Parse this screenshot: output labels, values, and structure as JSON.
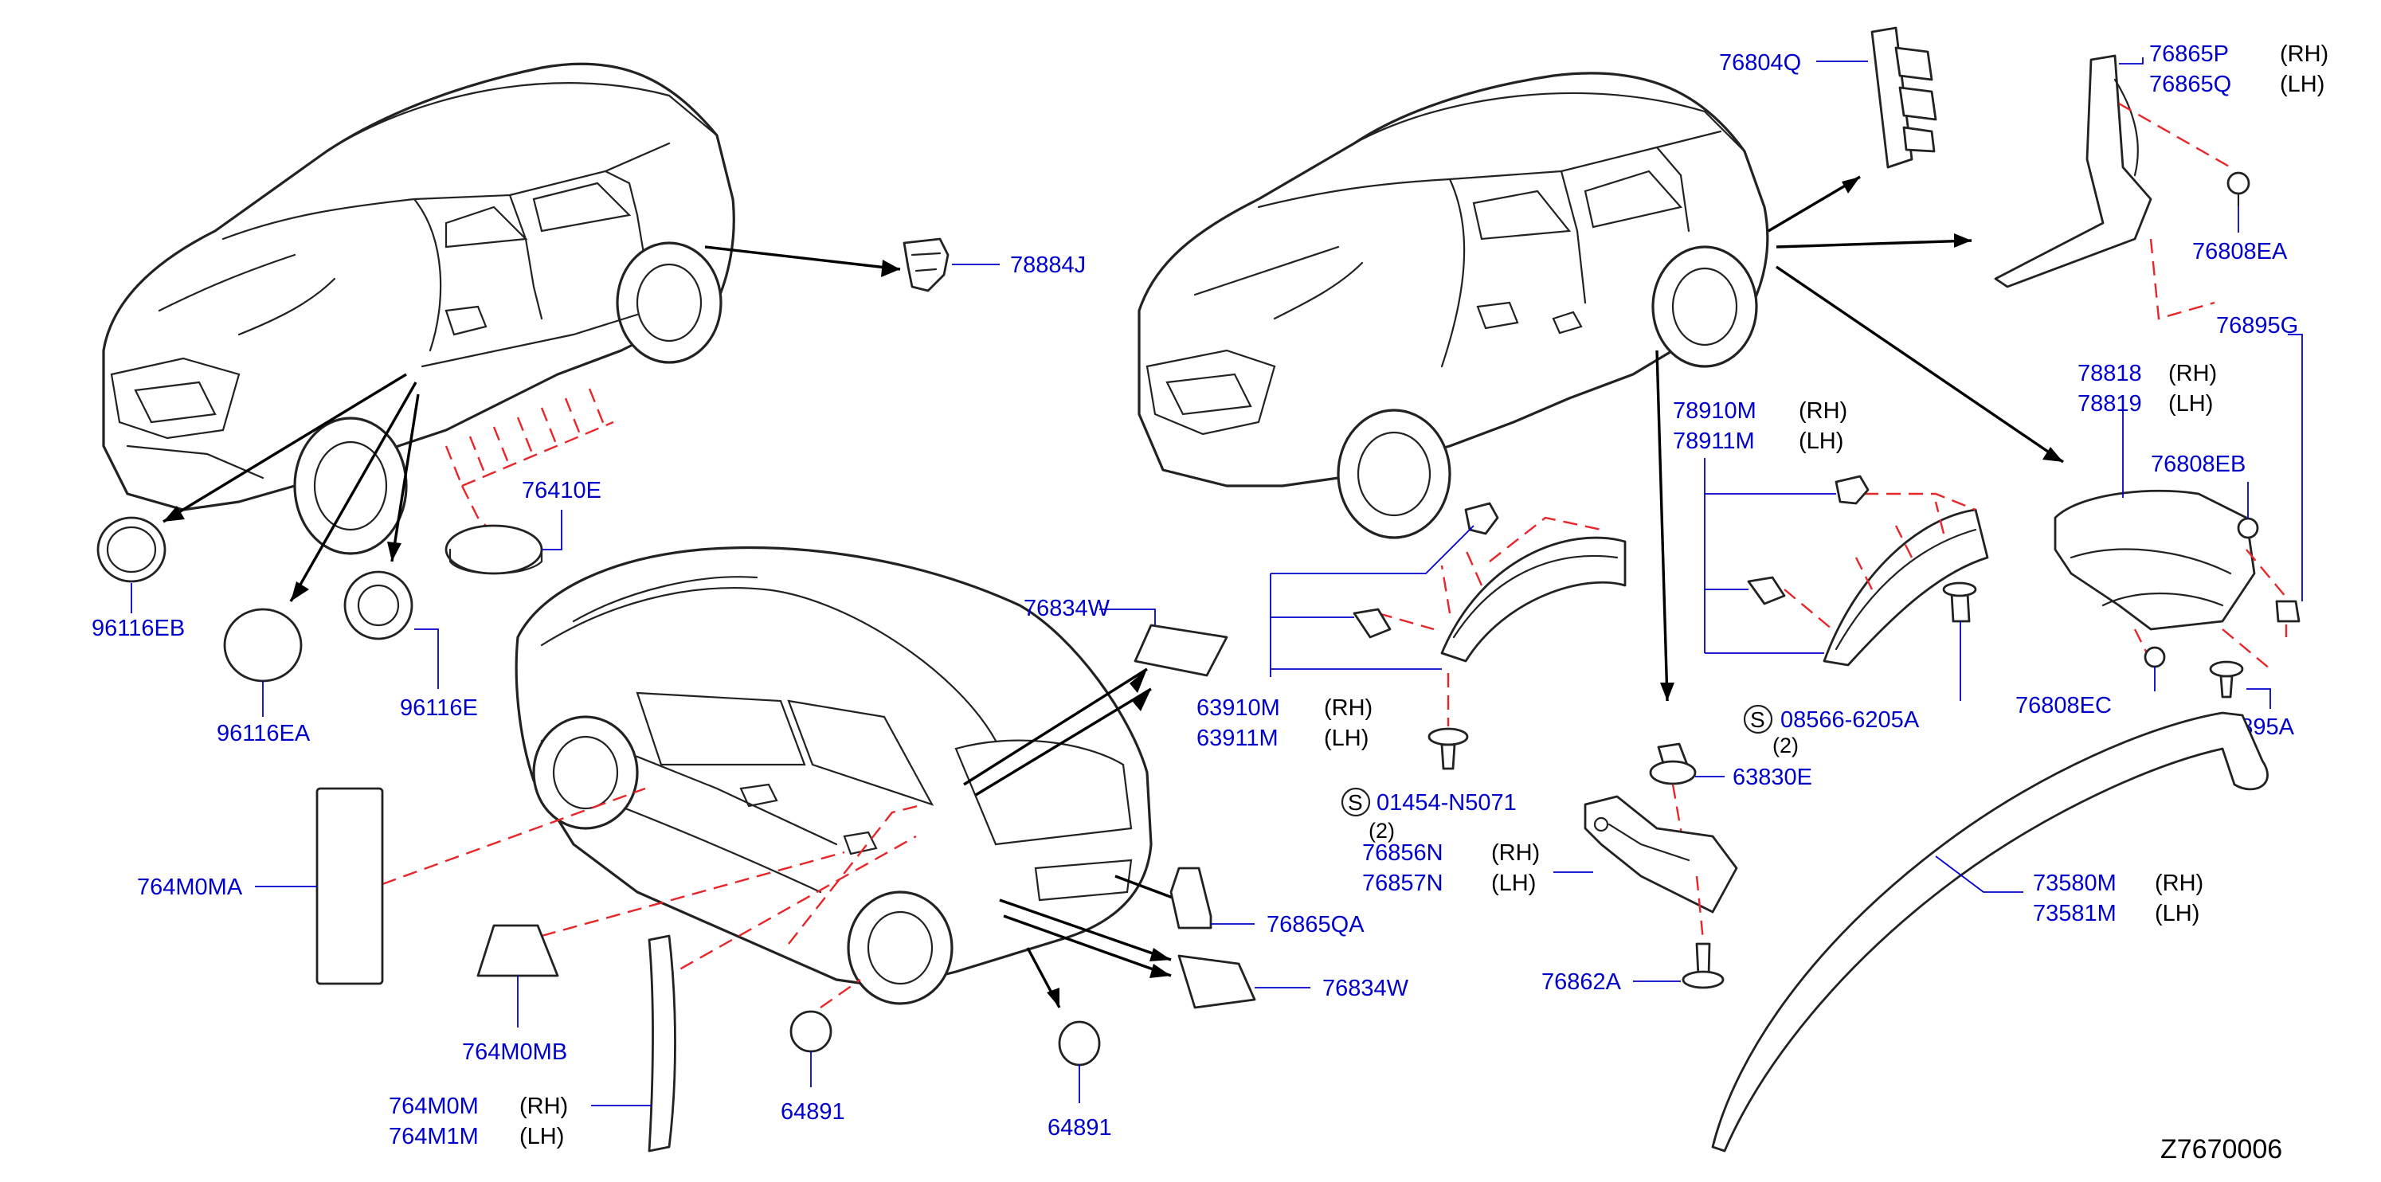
{
  "diagram_id": "Z7670006",
  "standard_symbol": "S",
  "side": {
    "rh": "(RH)",
    "lh": "(LH)"
  },
  "labels": {
    "p78884J": "78884J",
    "p96116EB": "96116EB",
    "p96116EA": "96116EA",
    "p96116E": "96116E",
    "p76410E": "76410E",
    "p76834W_a": "76834W",
    "p76834W_b": "76834W",
    "p764M0MA": "764M0MA",
    "p764M0MB": "764M0MB",
    "p764M0M": "764M0M",
    "p764M1M": "764M1M",
    "p64891_a": "64891",
    "p64891_b": "64891",
    "p76865QA": "76865QA",
    "p63910M": "63910M",
    "p63911M": "63911M",
    "p01454": "01454-N5071",
    "q01454": "(2)",
    "p76856N": "76856N",
    "p76857N": "76857N",
    "p76862A": "76862A",
    "p63830E": "63830E",
    "p08566": "08566-6205A",
    "q08566": "(2)",
    "p78910M": "78910M",
    "p78911M": "78911M",
    "p76804Q": "76804Q",
    "p76865P": "76865P",
    "p76865Q": "76865Q",
    "p76808EA": "76808EA",
    "p76895G": "76895G",
    "p78818": "78818",
    "p78819": "78819",
    "p76808EB": "76808EB",
    "p76808EC": "76808EC",
    "p76895A": "76895A",
    "p73580M": "73580M",
    "p73581M": "73581M"
  },
  "colors": {
    "part_number": "#0000cc",
    "dashed_leader": "#e8262a",
    "line": "#222222"
  }
}
